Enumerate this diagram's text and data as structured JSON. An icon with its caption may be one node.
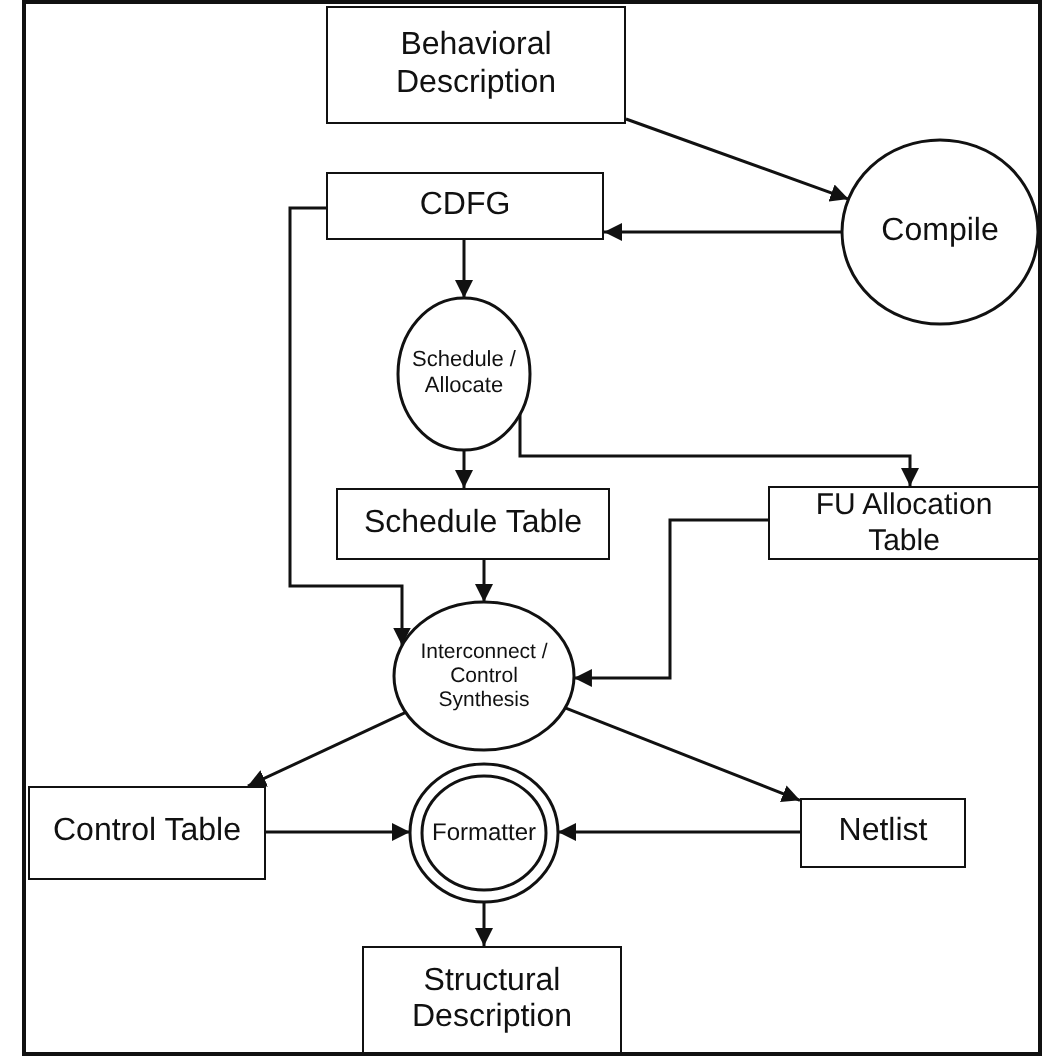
{
  "diagram": {
    "nodes": [
      {
        "text": [
          "Behavioral Description"
        ]
      },
      {
        "text": [
          "Compile"
        ]
      },
      {
        "text": [
          "CDFG"
        ]
      },
      {
        "text": [
          "Schedule / Allocate"
        ]
      },
      {
        "text": [
          "Schedule Table"
        ]
      },
      {
        "text": [
          "FU Allocation Table"
        ]
      },
      {
        "text": [
          "Interconnect / Control Synthesis"
        ]
      },
      {
        "text": [
          "Control Table"
        ]
      },
      {
        "text": [
          "Formatter"
        ]
      },
      {
        "text": [
          "Netlist"
        ]
      },
      {
        "text": [
          "Structural Description"
        ]
      }
    ],
    "edges": [
      {
        "from": 0,
        "to": 1,
        "arrow": "to"
      },
      {
        "from": 1,
        "to": 2,
        "arrow": "to"
      },
      {
        "from": 2,
        "to": 3,
        "arrow": "to"
      },
      {
        "from": 3,
        "to": 4,
        "arrow": "to"
      },
      {
        "from": 3,
        "to": 5,
        "arrow": "to"
      },
      {
        "from": 2,
        "to": 6,
        "arrow": "to"
      },
      {
        "from": 4,
        "to": 6,
        "arrow": "to"
      },
      {
        "from": 5,
        "to": 6,
        "arrow": "to"
      },
      {
        "from": 6,
        "to": 7,
        "arrow": "to"
      },
      {
        "from": 6,
        "to": 9,
        "arrow": "to"
      },
      {
        "from": 7,
        "to": 8,
        "arrow": "to"
      },
      {
        "from": 9,
        "to": 8,
        "arrow": "to"
      },
      {
        "from": 8,
        "to": 10,
        "arrow": "to"
      }
    ]
  }
}
